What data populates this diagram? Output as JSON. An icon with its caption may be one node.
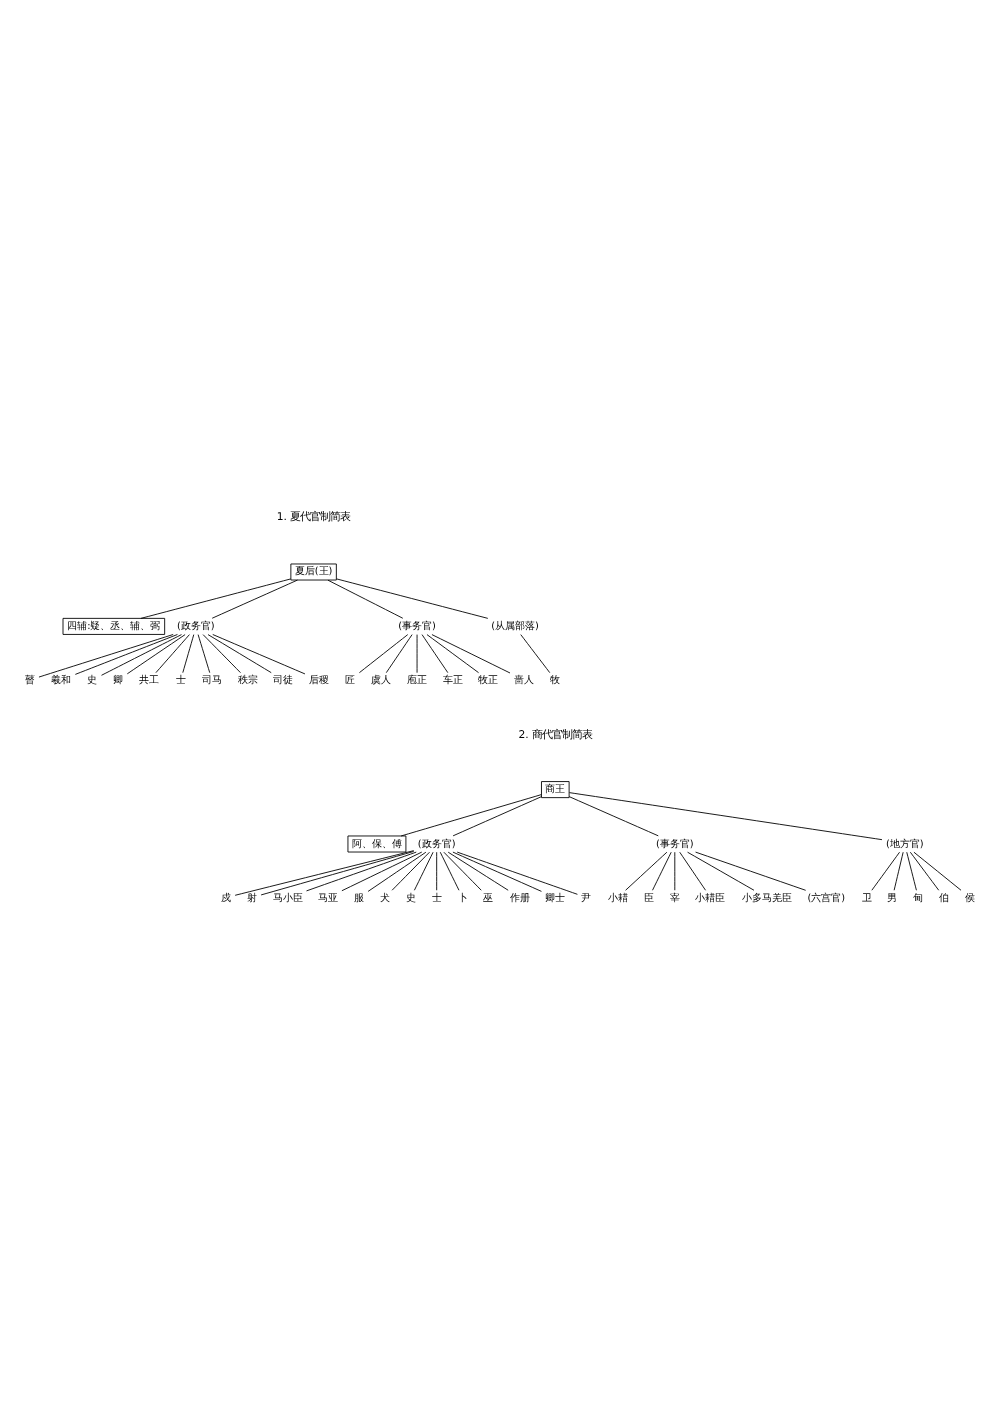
{
  "diagram": {
    "nodes": [
      {
        "text": [
          "夏后(王)"
        ]
      },
      {
        "text": [
          "四辅:疑、丞、辅、弼"
        ]
      },
      {
        "text": [
          "(政务官)"
        ]
      },
      {
        "text": [
          "(事务官)"
        ]
      },
      {
        "text": [
          "瞽"
        ]
      },
      {
        "text": [
          "羲和"
        ]
      },
      {
        "text": [
          "史"
        ]
      },
      {
        "text": [
          "卿"
        ]
      },
      {
        "text": [
          "共工"
        ]
      },
      {
        "text": [
          "士"
        ]
      },
      {
        "text": [
          "司马"
        ]
      },
      {
        "text": [
          "秩宗"
        ]
      },
      {
        "text": [
          "司徒"
        ]
      },
      {
        "text": [
          "后稷"
        ]
      },
      {
        "text": [
          "匠"
        ]
      },
      {
        "text": [
          "虞人"
        ]
      },
      {
        "text": [
          "庖正"
        ]
      },
      {
        "text": [
          "车正"
        ]
      },
      {
        "text": [
          "牧正"
        ]
      },
      {
        "text": [
          "啬人"
        ]
      },
      {
        "text": [
          "(从属部落)"
        ]
      },
      {
        "text": [
          "牧"
        ]
      },
      {
        "text": [
          "商王"
        ]
      },
      {
        "text": [
          "阿、保、傅"
        ]
      },
      {
        "text": [
          "(政务官)"
        ]
      },
      {
        "text": [
          "(事务官)"
        ]
      },
      {
        "text": [
          "戍"
        ]
      },
      {
        "text": [
          "射"
        ]
      },
      {
        "text": [
          "马小臣"
        ]
      },
      {
        "text": [
          "马亚"
        ]
      },
      {
        "text": [
          "服"
        ]
      },
      {
        "text": [
          "犬"
        ]
      },
      {
        "text": [
          "史"
        ]
      },
      {
        "text": [
          "士"
        ]
      },
      {
        "text": [
          "卜"
        ]
      },
      {
        "text": [
          "巫"
        ]
      },
      {
        "text": [
          "作册"
        ]
      },
      {
        "text": [
          "卿士"
        ]
      },
      {
        "text": [
          "尹"
        ]
      },
      {
        "text": [
          "小耤"
        ]
      },
      {
        "text": [
          "臣"
        ]
      },
      {
        "text": [
          "宰"
        ]
      },
      {
        "text": [
          "小耤臣"
        ]
      },
      {
        "text": [
          "小多马羌臣"
        ]
      },
      {
        "text": [
          "(六宫官)"
        ]
      },
      {
        "text": [
          "(地方官)"
        ]
      },
      {
        "text": [
          "卫"
        ]
      },
      {
        "text": [
          "男"
        ]
      },
      {
        "text": [
          "甸"
        ]
      },
      {
        "text": [
          "伯"
        ]
      },
      {
        "text": [
          "侯"
        ]
      }
    ],
    "edges": [
      {
        "from": 0,
        "to": 1,
        "arrow": "none"
      },
      {
        "from": 0,
        "to": 2,
        "arrow": "none"
      },
      {
        "from": 0,
        "to": 3,
        "arrow": "none"
      },
      {
        "from": 2,
        "to": 4,
        "arrow": "none"
      },
      {
        "from": 2,
        "to": 5,
        "arrow": "none"
      },
      {
        "from": 2,
        "to": 6,
        "arrow": "none"
      },
      {
        "from": 2,
        "to": 7,
        "arrow": "none"
      },
      {
        "from": 2,
        "to": 8,
        "arrow": "none"
      },
      {
        "from": 2,
        "to": 9,
        "arrow": "none"
      },
      {
        "from": 2,
        "to": 10,
        "arrow": "none"
      },
      {
        "from": 2,
        "to": 11,
        "arrow": "none"
      },
      {
        "from": 2,
        "to": 12,
        "arrow": "none"
      },
      {
        "from": 2,
        "to": 13,
        "arrow": "none"
      },
      {
        "from": 3,
        "to": 14,
        "arrow": "none"
      },
      {
        "from": 3,
        "to": 15,
        "arrow": "none"
      },
      {
        "from": 3,
        "to": 16,
        "arrow": "none"
      },
      {
        "from": 3,
        "to": 17,
        "arrow": "none"
      },
      {
        "from": 3,
        "to": 18,
        "arrow": "none"
      },
      {
        "from": 3,
        "to": 19,
        "arrow": "none"
      },
      {
        "from": 0,
        "to": 20,
        "arrow": "none"
      },
      {
        "from": 20,
        "to": 21,
        "arrow": "none"
      },
      {
        "from": 22,
        "to": 23,
        "arrow": "none"
      },
      {
        "from": 22,
        "to": 24,
        "arrow": "none"
      },
      {
        "from": 22,
        "to": 25,
        "arrow": "none"
      },
      {
        "from": 24,
        "to": 26,
        "arrow": "none"
      },
      {
        "from": 24,
        "to": 27,
        "arrow": "none"
      },
      {
        "from": 24,
        "to": 28,
        "arrow": "none"
      },
      {
        "from": 24,
        "to": 29,
        "arrow": "none"
      },
      {
        "from": 24,
        "to": 30,
        "arrow": "none"
      },
      {
        "from": 24,
        "to": 31,
        "arrow": "none"
      },
      {
        "from": 24,
        "to": 32,
        "arrow": "none"
      },
      {
        "from": 24,
        "to": 33,
        "arrow": "none"
      },
      {
        "from": 24,
        "to": 34,
        "arrow": "none"
      },
      {
        "from": 24,
        "to": 35,
        "arrow": "none"
      },
      {
        "from": 24,
        "to": 36,
        "arrow": "none"
      },
      {
        "from": 24,
        "to": 37,
        "arrow": "none"
      },
      {
        "from": 24,
        "to": 38,
        "arrow": "none"
      },
      {
        "from": 25,
        "to": 39,
        "arrow": "none"
      },
      {
        "from": 25,
        "to": 40,
        "arrow": "none"
      },
      {
        "from": 25,
        "to": 41,
        "arrow": "none"
      },
      {
        "from": 25,
        "to": 42,
        "arrow": "none"
      },
      {
        "from": 25,
        "to": 43,
        "arrow": "none"
      },
      {
        "from": 25,
        "to": 44,
        "arrow": "none"
      },
      {
        "from": 22,
        "to": 45,
        "arrow": "none"
      },
      {
        "from": 45,
        "to": 46,
        "arrow": "none"
      },
      {
        "from": 45,
        "to": 47,
        "arrow": "none"
      },
      {
        "from": 45,
        "to": 48,
        "arrow": "none"
      },
      {
        "from": 45,
        "to": 49,
        "arrow": "none"
      },
      {
        "from": 45,
        "to": 50,
        "arrow": "none"
      }
    ],
    "labels": [
      "1. 夏代官制简表",
      "2. 商代官制简表"
    ]
  }
}
